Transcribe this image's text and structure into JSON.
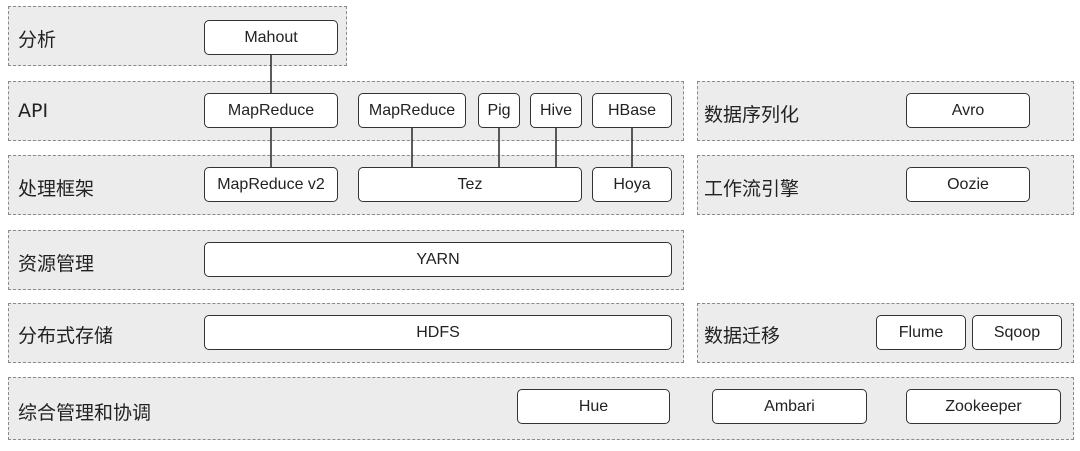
{
  "layers": {
    "analysis": "分析",
    "api": "API",
    "processing": "处理框架",
    "resource": "资源管理",
    "storage": "分布式存储",
    "management": "综合管理和协调",
    "serialization": "数据序列化",
    "workflow": "工作流引擎",
    "migration": "数据迁移"
  },
  "nodes": {
    "mahout": "Mahout",
    "mapreduce_api": "MapReduce",
    "mapreduce_tez_api": "MapReduce",
    "pig": "Pig",
    "hive": "Hive",
    "hbase": "HBase",
    "mapreduce_v2": "MapReduce v2",
    "tez": "Tez",
    "hoya": "Hoya",
    "yarn": "YARN",
    "hdfs": "HDFS",
    "hue": "Hue",
    "ambari": "Ambari",
    "zookeeper": "Zookeeper",
    "avro": "Avro",
    "oozie": "Oozie",
    "flume": "Flume",
    "sqoop": "Sqoop"
  },
  "connections": [
    [
      "mahout",
      "mapreduce_api"
    ],
    [
      "mapreduce_api",
      "mapreduce_v2"
    ],
    [
      "mapreduce_tez_api",
      "tez"
    ],
    [
      "pig",
      "tez"
    ],
    [
      "hive",
      "tez"
    ],
    [
      "hbase",
      "hoya"
    ]
  ]
}
